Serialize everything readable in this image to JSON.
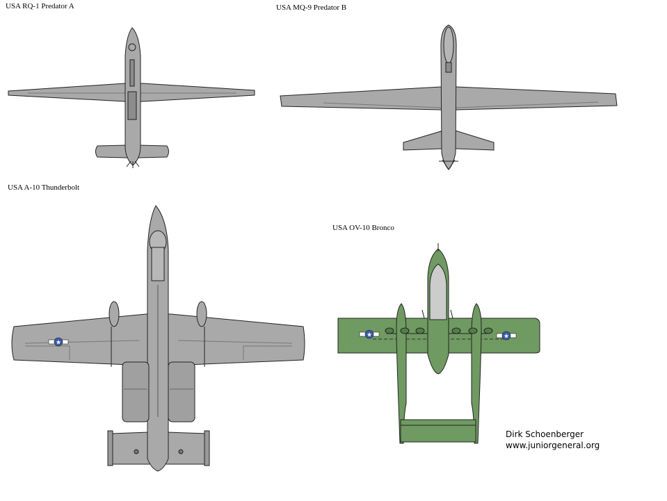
{
  "labels": {
    "rq1": "USA RQ-1 Predator A",
    "mq9": "USA MQ-9 Predator B",
    "a10": "USA A-10 Thunderbolt",
    "ov10": "USA OV-10 Bronco"
  },
  "credit": {
    "author": "Dirk Schoenberger",
    "site": "www.juniorgeneral.org"
  },
  "colors": {
    "gray_fill": "#a9a9a9",
    "gray_dark": "#8c8c8c",
    "green_fill": "#6f9a62",
    "green_dark": "#557d4a",
    "outline": "#222222",
    "roundel_blue": "#3a5aa8"
  }
}
